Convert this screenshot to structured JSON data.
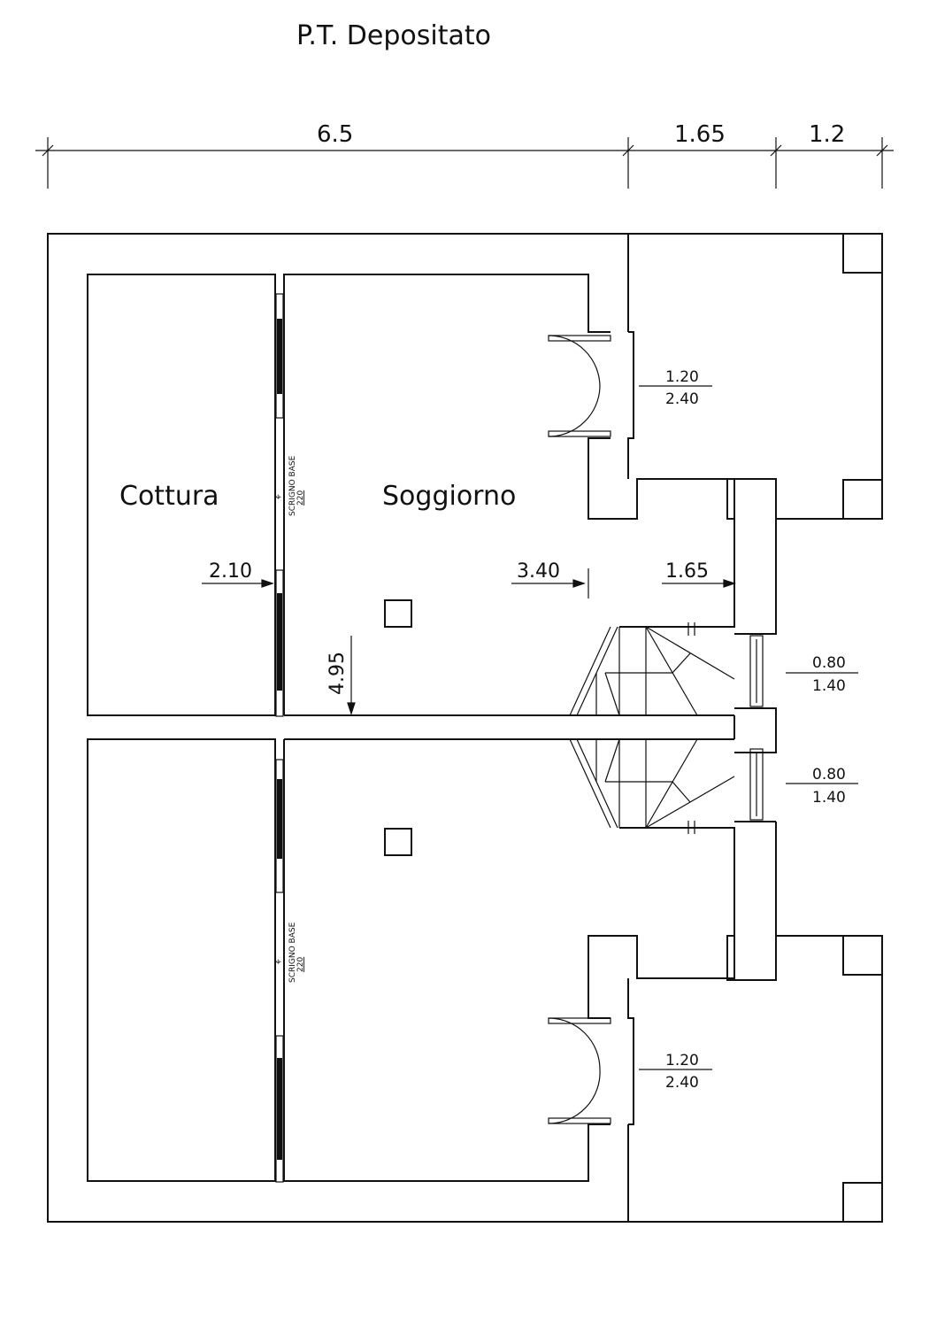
{
  "title": "P.T. Depositato",
  "dimensions_top": [
    "6.5",
    "1.65",
    "1.2"
  ],
  "rooms": {
    "cottura": "Cottura",
    "soggiorno": "Soggiorno"
  },
  "measures": {
    "d1": "2.10",
    "d2": "3.40",
    "d3": "1.65",
    "d4": "4.95"
  },
  "openings": [
    {
      "num": "1.20",
      "den": "2.40"
    },
    {
      "num": "0.80",
      "den": "1.40"
    },
    {
      "num": "0.80",
      "den": "1.40"
    },
    {
      "num": "1.20",
      "den": "2.40"
    }
  ],
  "sliding_door": {
    "label": "SCRIGNO BASE",
    "value": "220"
  }
}
